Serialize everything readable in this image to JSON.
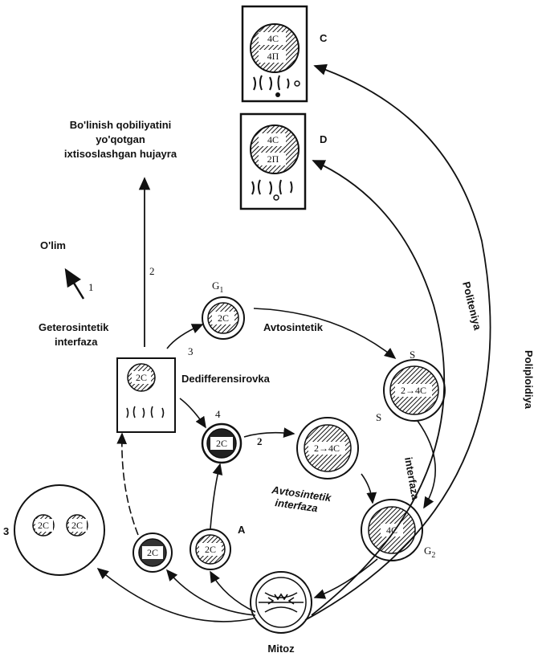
{
  "labels": {
    "specialized_cell": [
      "Bo'linish qobiliyatini",
      "yo'qotgan",
      "ixtisoslashgan hujayra"
    ],
    "death": "O'lim",
    "hetero": [
      "Geterosintetik",
      "interfaza"
    ],
    "g1": "G",
    "g1_sub": "1",
    "autosyn": "Avtosintetik",
    "dediff": "Dedifferensirovka",
    "s1": "S",
    "s2": "S",
    "interfaza": "interfaza",
    "autosyn_int": [
      "Avtosintetik",
      "interfaza"
    ],
    "g2": "G",
    "g2_sub": "2",
    "a": "A",
    "c": "C",
    "d": "D",
    "politeniya": "Politeniya",
    "poliploidiya": "Poliploidiya",
    "mitoz": "Mitoz",
    "three": "3"
  },
  "numbers": {
    "n1": "1",
    "n2a": "2",
    "n2b": "2",
    "n3": "3",
    "n4": "4"
  },
  "nuclei": {
    "c_top": "4C",
    "c_bot": "4П",
    "d_top": "4C",
    "d_bot": "2П",
    "g1": "2C",
    "hetero": "2C",
    "dediff": "2C",
    "s1": "2→4C",
    "s2": "2→4C",
    "g2": "4C",
    "a": "2C",
    "left_small": "2C",
    "b1": "2C",
    "b2": "2C"
  }
}
